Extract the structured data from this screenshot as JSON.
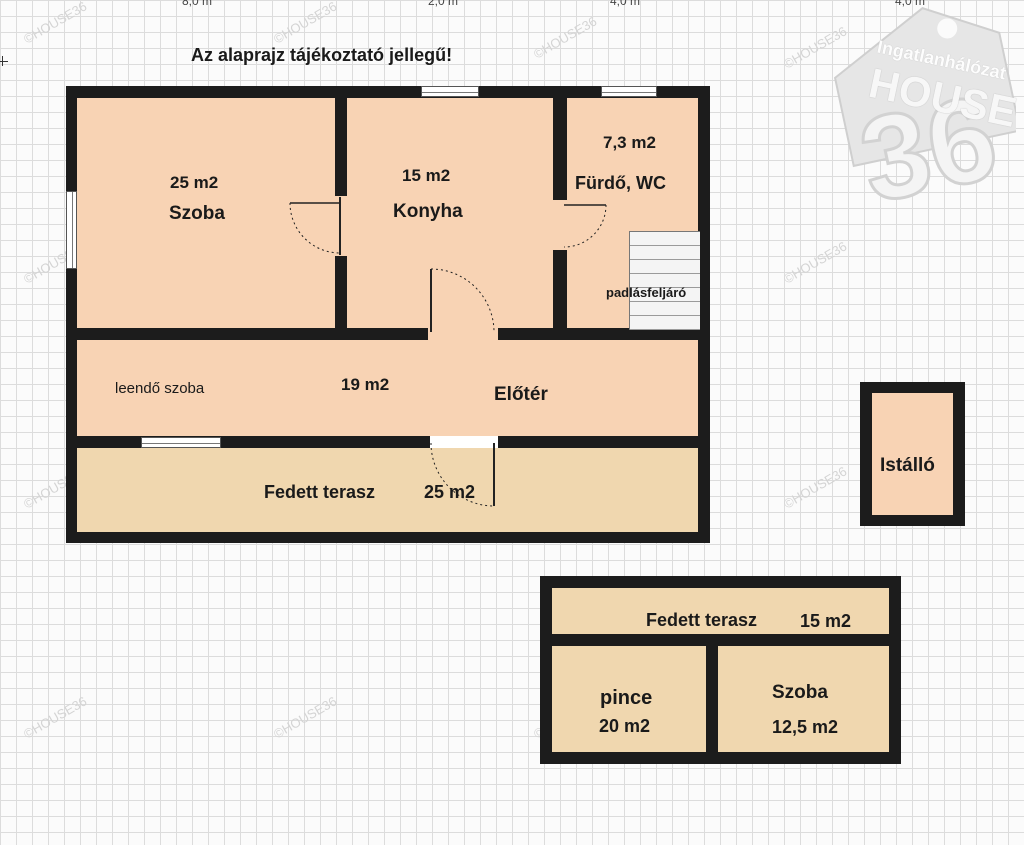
{
  "notice": "Az alaprajz tájékoztató jellegű!",
  "top_scale": [
    "8,0 m",
    "2,0 m",
    "4,0 m",
    "4,0 m"
  ],
  "watermark": {
    "brand_tag": "Ingatlanhálózat",
    "brand": "HOUSE",
    "brand_number": "36",
    "small": "©HOUSE36"
  },
  "main_house": {
    "szoba": {
      "area": "25 m2",
      "name": "Szoba"
    },
    "konyha": {
      "area": "15 m2",
      "name": "Konyha"
    },
    "furdo": {
      "area": "7,3 m2",
      "name": "Fürdő, WC"
    },
    "stairs": "padlásfeljáró",
    "eloter": {
      "note": "leendő szoba",
      "area": "19 m2",
      "name": "Előtér"
    },
    "terasz": {
      "name": "Fedett terasz",
      "area": "25 m2"
    }
  },
  "stable": {
    "name": "Istálló"
  },
  "outbuilding": {
    "terasz": {
      "name": "Fedett terasz",
      "area": "15 m2"
    },
    "pince": {
      "name": "pince",
      "area": "20 m2"
    },
    "szoba": {
      "name": "Szoba",
      "area": "12,5 m2"
    }
  },
  "colors": {
    "room_fill": "#f8d3b4",
    "terrace_fill": "#f0d7af",
    "wall": "#1c1c1c",
    "grid": "#dcdcdc",
    "watermark": "#d8d8d8"
  }
}
